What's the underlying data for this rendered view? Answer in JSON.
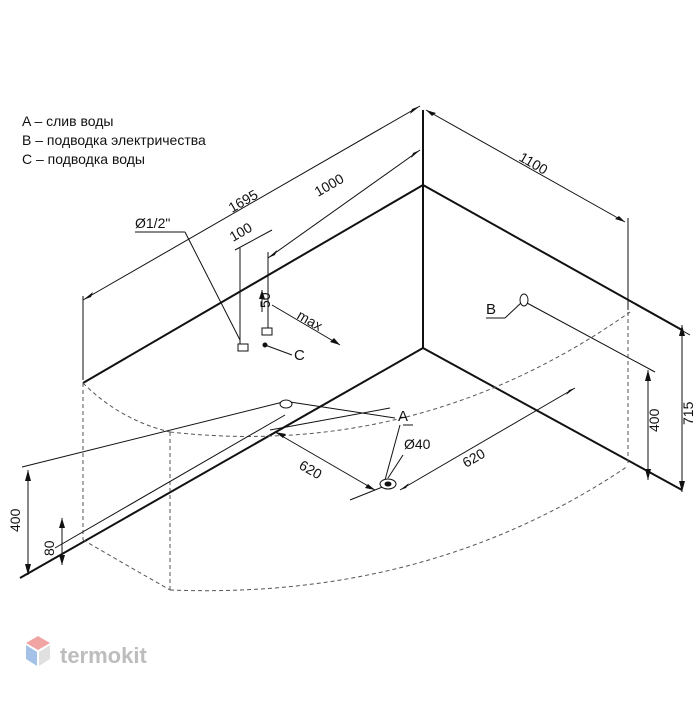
{
  "legend": [
    {
      "key": "A",
      "text": "A – слив воды"
    },
    {
      "key": "B",
      "text": "B – подводка электричества"
    },
    {
      "key": "C",
      "text": "C – подводка воды"
    }
  ],
  "dimensions": {
    "length_total": "1695",
    "length_partial": "1000",
    "width": "1100",
    "offset_100": "100",
    "offset_50": "50",
    "max_label": "max",
    "pipe_diameter": "Ø1/2\"",
    "drain_diameter": "Ø40",
    "drain_left": "620",
    "drain_right": "620",
    "height_left": "400",
    "height_80": "80",
    "height_right": "400",
    "height_total": "715"
  },
  "markers": {
    "a": "A",
    "b": "B",
    "c": "C"
  },
  "watermark": {
    "text": "termokit",
    "colors": [
      "#e35a5a",
      "#5a8fd6",
      "#c7c7c7"
    ]
  }
}
